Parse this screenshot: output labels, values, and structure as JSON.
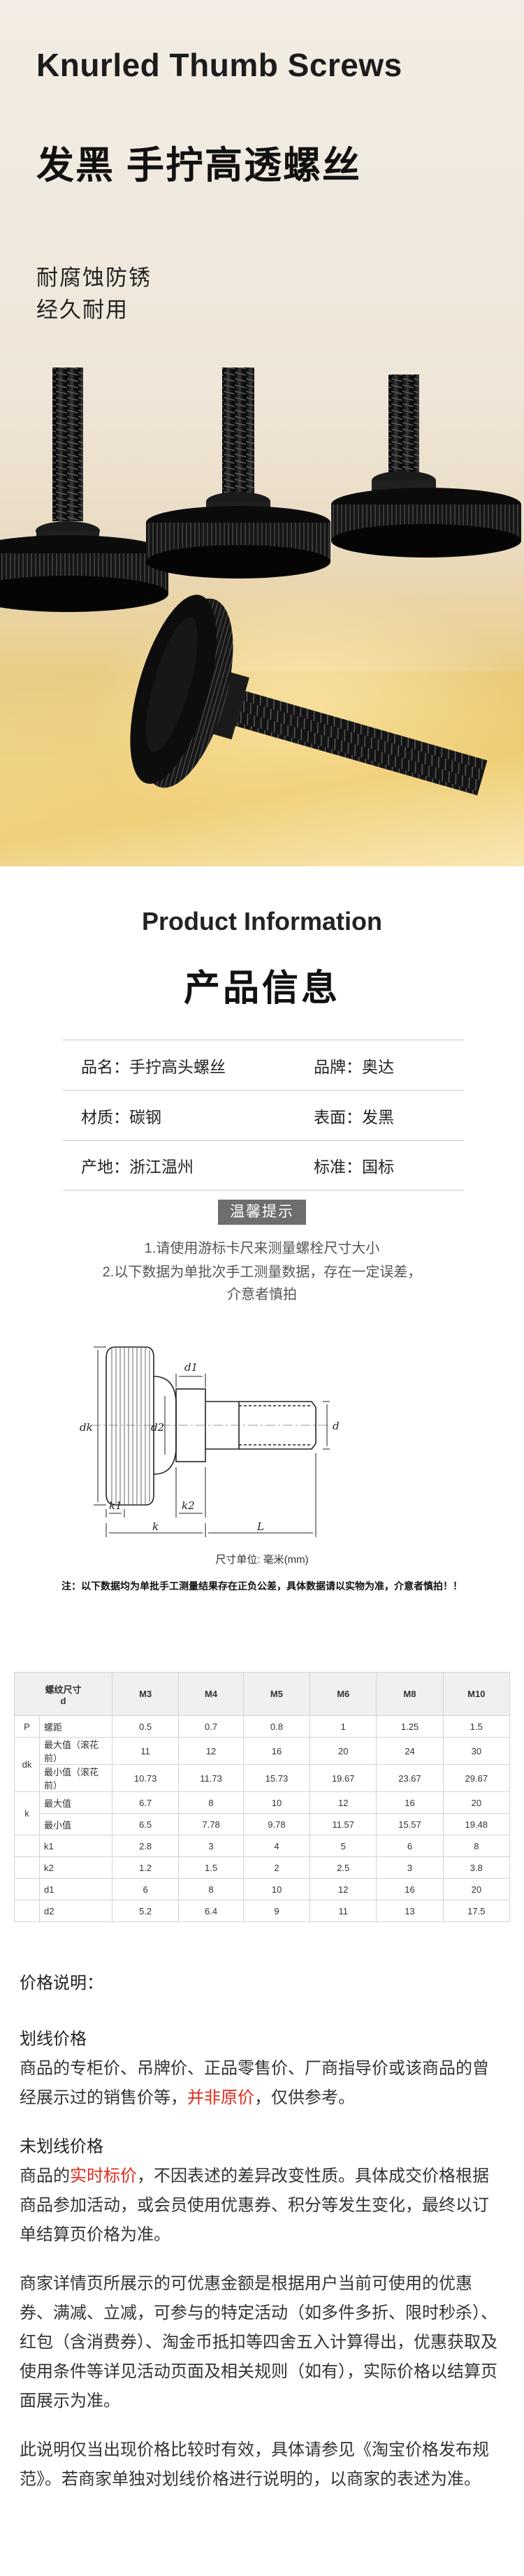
{
  "hero": {
    "title_en": "Knurled Thumb Screws",
    "title_cn": "发黑 手拧高透螺丝",
    "features": [
      "耐腐蚀防锈",
      "经久耐用"
    ]
  },
  "section": {
    "title_en": "Product Information",
    "title_cn": "产品信息"
  },
  "info": [
    {
      "left": "品名：手拧高头螺丝",
      "right": "品牌：奥达"
    },
    {
      "left": "材质：碳钢",
      "right": "表面：发黑"
    },
    {
      "left": "产地：浙江温州",
      "right": "标准：国标"
    }
  ],
  "notice": {
    "badge": "温馨提示",
    "lines": [
      "1.请使用游标卡尺来测量螺栓尺寸大小",
      "2.以下数据为单批次手工测量数据，存在一定误差，",
      "介意者慎拍"
    ]
  },
  "drawing": {
    "labels": {
      "d1": "d1",
      "dk": "dk",
      "d2": "d2",
      "d": "d",
      "k1": "k1",
      "k2": "k2",
      "k": "k",
      "L": "L"
    },
    "unit_label": "尺寸单位: 毫米(mm)",
    "note": "注：以下数据均为单批手工测量结果存在正负公差，具体数据请以实物为准，介意者慎拍！！"
  },
  "spec": {
    "header_top": "螺纹尺寸",
    "header_sub": "d",
    "sizes": [
      "M3",
      "M4",
      "M5",
      "M6",
      "M8",
      "M10"
    ],
    "rows": [
      {
        "sym": "P",
        "sub": "螺距",
        "values": [
          "0.5",
          "0.7",
          "0.8",
          "1",
          "1.25",
          "1.5"
        ]
      },
      {
        "sym": "dk",
        "sub": "最大值（滚花前）",
        "values": [
          "11",
          "12",
          "16",
          "20",
          "24",
          "30"
        ]
      },
      {
        "sym": "",
        "sub": "最小值（滚花前）",
        "values": [
          "10.73",
          "11.73",
          "15.73",
          "19.67",
          "23.67",
          "29.67"
        ]
      },
      {
        "sym": "k",
        "sub": "最大值",
        "values": [
          "6.7",
          "8",
          "10",
          "12",
          "16",
          "20"
        ]
      },
      {
        "sym": "",
        "sub": "最小值",
        "values": [
          "6.5",
          "7.78",
          "9.78",
          "11.57",
          "15.57",
          "19.48"
        ]
      },
      {
        "sym": "",
        "sub": "k1",
        "values": [
          "2.8",
          "3",
          "4",
          "5",
          "6",
          "8"
        ]
      },
      {
        "sym": "",
        "sub": "k2",
        "values": [
          "1.2",
          "1.5",
          "2",
          "2.5",
          "3",
          "3.8"
        ]
      },
      {
        "sym": "",
        "sub": "d1",
        "values": [
          "6",
          "8",
          "10",
          "12",
          "16",
          "20"
        ]
      },
      {
        "sym": "",
        "sub": "d2",
        "values": [
          "5.2",
          "6.4",
          "9",
          "11",
          "13",
          "17.5"
        ]
      }
    ]
  },
  "price": {
    "title": "价格说明：",
    "strike_title": "划线价格",
    "strike_text_a": "商品的专柜价、吊牌价、正品零售价、厂商指导价或该商品的曾经展示过的销售价等，",
    "strike_text_red": "并非原价",
    "strike_text_b": "，仅供参考。",
    "nostrike_title": "未划线价格",
    "nostrike_text_a": "商品的",
    "nostrike_text_red": "实时标价",
    "nostrike_text_b": "，不因表述的差异改变性质。具体成交价格根据商品参加活动，或会员使用优惠券、积分等发生变化，最终以订单结算页价格为准。",
    "para3": "商家详情页所展示的可优惠金额是根据用户当前可使用的优惠券、满减、立减，可参与的特定活动（如多件多折、限时秒杀）、红包（含消费券）、淘金币抵扣等四舍五入计算得出，优惠获取及使用条件等详见活动页面及相关规则（如有），实际价格以结算页面展示为准。",
    "para4": "此说明仅当出现价格比较时有效，具体请参见《淘宝价格发布规范》。若商家单独对划线价格进行说明的，以商家的表述为准。"
  }
}
